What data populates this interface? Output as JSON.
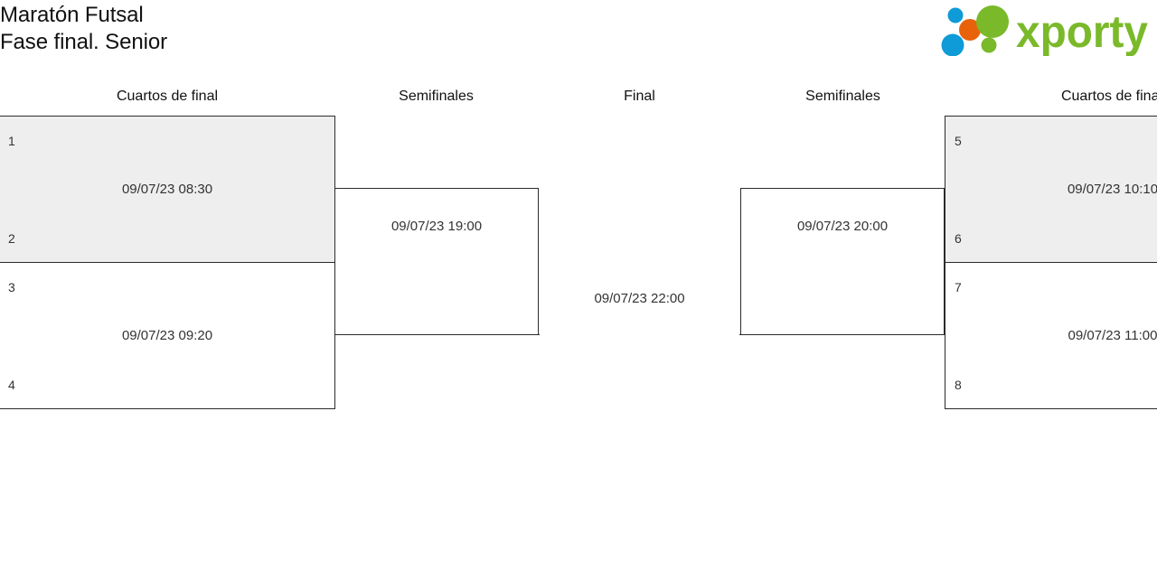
{
  "header": {
    "title": "Maratón Futsal",
    "subtitle": "Fase final. Senior",
    "logo_text": "xporty",
    "logo_colors": {
      "green": "#7AB929",
      "orange": "#E8620C",
      "blue": "#0F9BD7"
    }
  },
  "rounds": {
    "qf_left_label": "Cuartos de final",
    "sf_left_label": "Semifinales",
    "final_label": "Final",
    "sf_right_label": "Semifinales",
    "qf_right_label": "Cuartos de final"
  },
  "bracket": {
    "quarterfinals_left": [
      {
        "seed_top": "1",
        "seed_bottom": "2",
        "time": "09/07/23 08:30",
        "shaded": true
      },
      {
        "seed_top": "3",
        "seed_bottom": "4",
        "time": "09/07/23 09:20",
        "shaded": false
      }
    ],
    "semifinal_left": {
      "time": "09/07/23 19:00"
    },
    "final": {
      "time": "09/07/23 22:00"
    },
    "semifinal_right": {
      "time": "09/07/23 20:00"
    },
    "quarterfinals_right": [
      {
        "seed_top": "5",
        "seed_bottom": "6",
        "time": "09/07/23 10:10",
        "shaded": true
      },
      {
        "seed_top": "7",
        "seed_bottom": "8",
        "time": "09/07/23 11:00",
        "shaded": false
      }
    ]
  }
}
